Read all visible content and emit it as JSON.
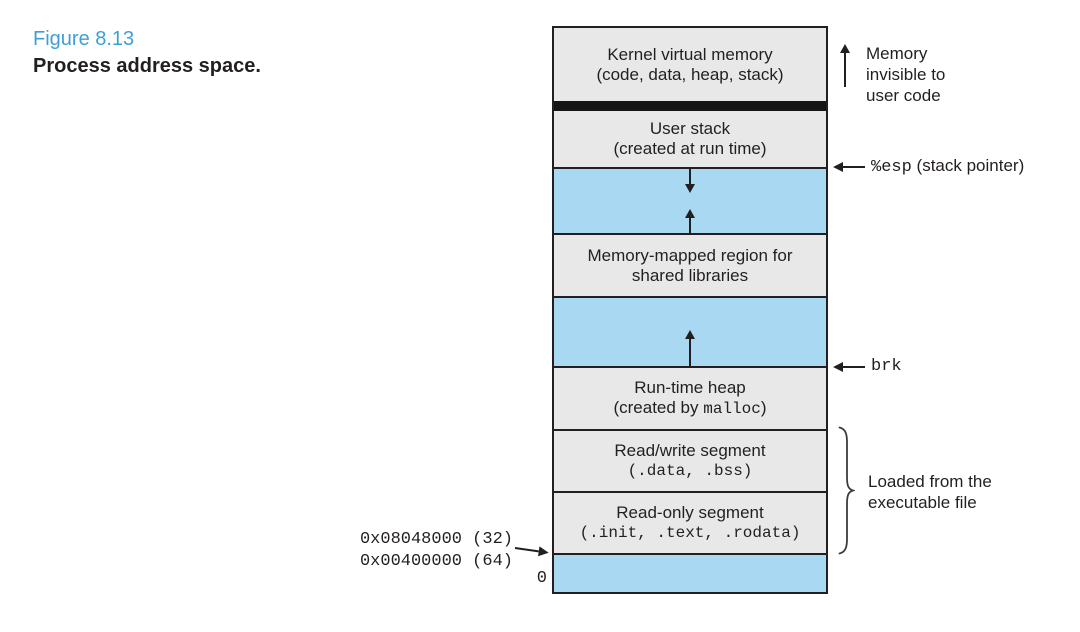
{
  "caption": {
    "figure_label": "Figure 8.13",
    "figure_title": "Process address space."
  },
  "colors": {
    "blue_fill": "#a9d8f2",
    "gray_fill": "#e8e8e8",
    "line_black": "#231f20",
    "figure_label_blue": "#3e9fd6"
  },
  "icons": {
    "up_arrow": "↑",
    "down_arrow": "↓",
    "left_pointer_arrow": "←",
    "right_pointer_arrow": "→",
    "right_brace": "}"
  },
  "diagram": {
    "segments": {
      "kernel": {
        "line1": "Kernel virtual memory",
        "line2": "(code, data, heap, stack)"
      },
      "user_stack": {
        "line1": "User stack",
        "line2": "(created at run time)"
      },
      "mmap": {
        "line1": "Memory-mapped region for",
        "line2": "shared libraries"
      },
      "heap": {
        "line1": "Run-time heap",
        "line2_prefix": "(created by ",
        "line2_mono": "malloc",
        "line2_suffix": ")"
      },
      "rw": {
        "line1": "Read/write segment",
        "line2": "(.data, .bss)"
      },
      "ro": {
        "line1": "Read-only segment",
        "line2": "(.init, .text, .rodata)"
      }
    },
    "annotations": {
      "memory_invisible": {
        "line1": "Memory",
        "line2": "invisible to",
        "line3": "user code"
      },
      "esp": {
        "mono": "%esp",
        "rest": " (stack pointer)"
      },
      "brk": {
        "mono": "brk"
      },
      "loaded": {
        "line1": "Loaded from the",
        "line2": "executable file"
      },
      "addr32": "0x08048000 (32)",
      "addr64": "0x00400000 (64)",
      "zero": "0"
    }
  }
}
